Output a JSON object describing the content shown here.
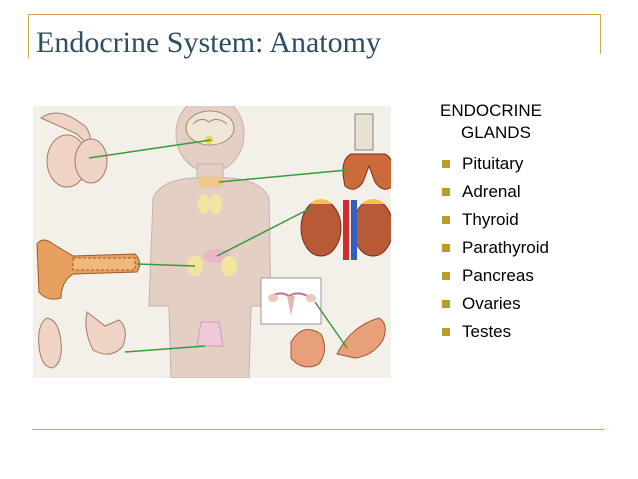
{
  "slide": {
    "title": "Endocrine System: Anatomy"
  },
  "figure": {
    "icon": "endocrine-glands-illustration"
  },
  "glands_list": {
    "heading_line1": "ENDOCRINE",
    "heading_line2": "GLANDS",
    "items": [
      {
        "label": "Pituitary"
      },
      {
        "label": "Adrenal"
      },
      {
        "label": "Thyroid"
      },
      {
        "label": "Parathyroid"
      },
      {
        "label": "Pancreas"
      },
      {
        "label": "Ovaries"
      },
      {
        "label": "Testes"
      }
    ]
  },
  "colors": {
    "title": "#2e4e63",
    "frame": "#c9a94a",
    "bullet": "#b79d2a",
    "leader_line": "#3c9a3c"
  }
}
